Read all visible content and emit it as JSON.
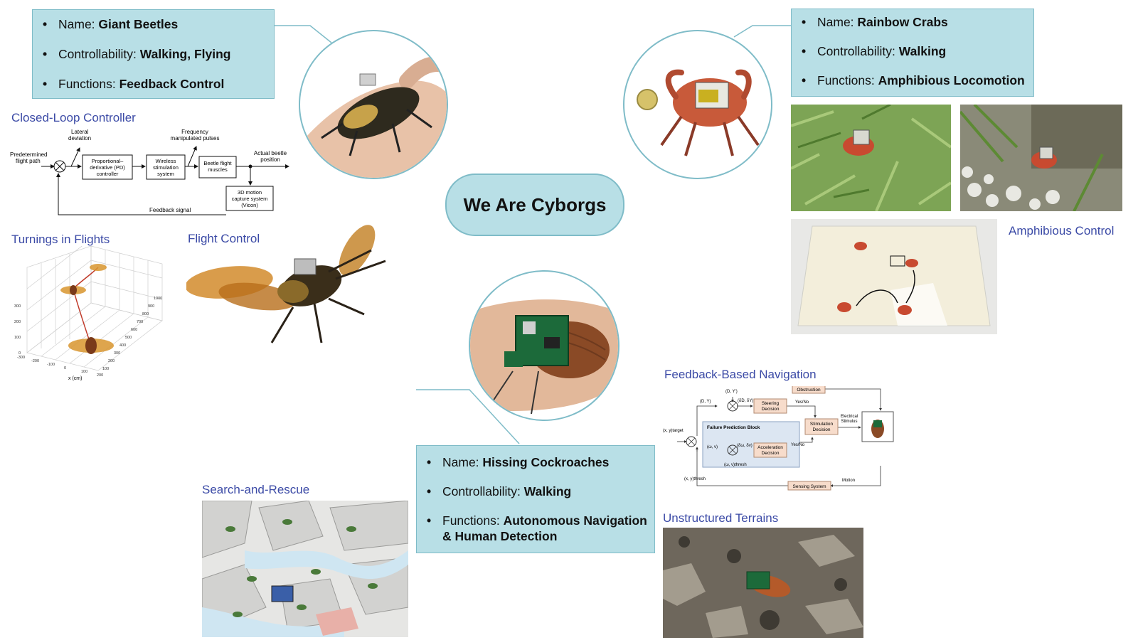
{
  "title": "We Are Cyborgs",
  "beetle_card": {
    "name_label": "Name: ",
    "name": "Giant Beetles",
    "control_label": "Controllability: ",
    "control": "Walking, Flying",
    "functions_label": "Functions: ",
    "functions": "Feedback Control"
  },
  "crab_card": {
    "name_label": "Name: ",
    "name": "Rainbow Crabs",
    "control_label": "Controllability: ",
    "control": "Walking",
    "functions_label": "Functions: ",
    "functions": "Amphibious Locomotion"
  },
  "roach_card": {
    "name_label": "Name: ",
    "name": "Hissing Cockroaches",
    "control_label": "Controllability: ",
    "control": "Walking",
    "functions_label": "Functions: ",
    "functions": "Autonomous Navigation & Human Detection"
  },
  "sections": {
    "closed_loop": "Closed-Loop Controller",
    "turnings": "Turnings in Flights",
    "flight_control": "Flight Control",
    "amphibious": "Amphibious Control",
    "feedback_nav": "Feedback-Based Navigation",
    "unstructured": "Unstructured Terrains",
    "search_rescue": "Search-and-Rescue"
  },
  "controller_diagram": {
    "input": "Predetermined flight path",
    "lateral": "Lateral deviation",
    "pd": "Proportional–derivative (PD) controller",
    "wireless": "Wireless stimulation system",
    "frequency": "Frequency manipulated pulses",
    "muscles": "Beetle flight muscles",
    "output": "Actual beetle position",
    "capture": "3D motion capture system (Vicon)",
    "feedback": "Feedback signal"
  },
  "trajectory_plot": {
    "xlabel": "x (cm)",
    "x_ticks": [
      "-300",
      "-200",
      "-100",
      "0",
      "100",
      "200"
    ],
    "y_ticks": [
      "1000",
      "900",
      "800",
      "700",
      "600",
      "500",
      "400",
      "300",
      "200",
      "100"
    ],
    "z_ticks": [
      "0",
      "100",
      "200",
      "300"
    ]
  },
  "nav_diagram": {
    "target": "(x, y)target",
    "dy": "(D, Y)",
    "dy_prime": "(D, Y')",
    "dd": "(δD, δY)",
    "steering": "Steering Decision",
    "yesno1": "Yes/No",
    "obstruction": "Obstruction",
    "failure": "Failure Prediction Block",
    "stimulation": "Stimulation Decision",
    "electrical": "Electrical Stimulus",
    "uv": "(ω, ν)",
    "du": "(δω, δν)",
    "acceleration": "Acceleration Decision",
    "yesno2": "Yes/No",
    "uv_thresh": "(ω, ν)thresh",
    "xy_thresh": "(x, y)thresh",
    "motion": "Motion",
    "sensing": "Sensing System"
  },
  "colors": {
    "card_fill": "#b8dfe6",
    "card_border": "#7fbcc8",
    "section_text": "#3b4aa6",
    "diagram_box": "#f7dccb"
  }
}
